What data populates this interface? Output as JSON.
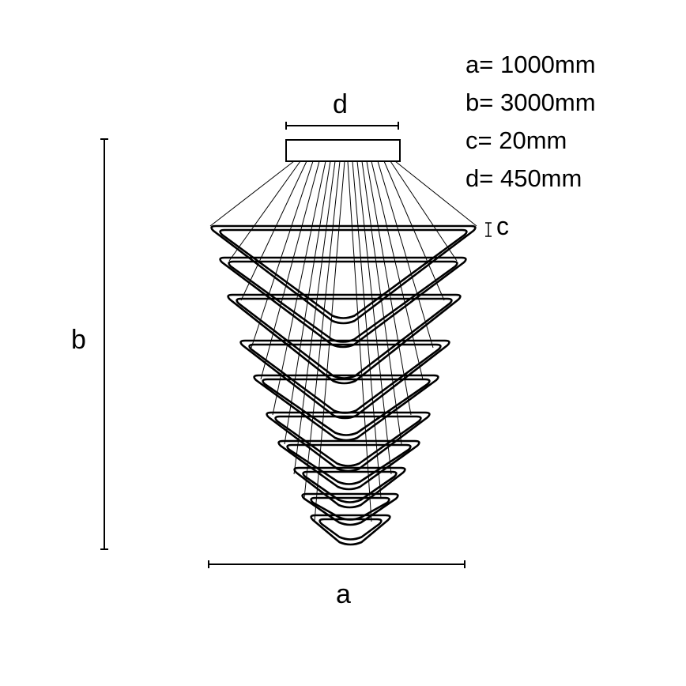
{
  "diagram": {
    "title": "",
    "subject": "Pendant chandelier with nested triangular rings",
    "colors": {
      "line": "#000000",
      "background": "#ffffff"
    },
    "legend": [
      {
        "key": "a",
        "text": "a= 1000mm"
      },
      {
        "key": "b",
        "text": "b= 3000mm"
      },
      {
        "key": "c",
        "text": "c= 20mm"
      },
      {
        "key": "d",
        "text": "d= 450mm"
      }
    ],
    "dimension_labels": {
      "a": "a",
      "b": "b",
      "c": "c",
      "d": "d"
    },
    "ring_levels": 10,
    "ceiling_canopy": "rectangular canopy"
  }
}
